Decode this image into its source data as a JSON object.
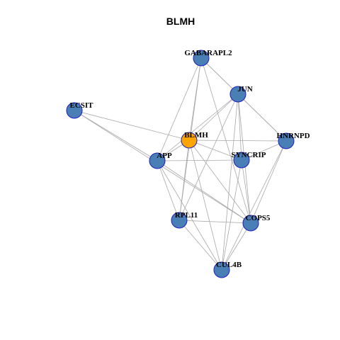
{
  "title": "BLMH",
  "colors": {
    "node_default": "#4a7fb5",
    "node_highlight": "#ffa500",
    "node_border": "#1c1cc8",
    "edge": "#a8a8a8"
  },
  "nodes": [
    {
      "id": "GABARAPL2",
      "label": "GABARAPL2",
      "highlight": false
    },
    {
      "id": "JUN",
      "label": "JUN",
      "highlight": false
    },
    {
      "id": "ECSIT",
      "label": "ECSIT",
      "highlight": false
    },
    {
      "id": "BLMH",
      "label": "BLMH",
      "highlight": true
    },
    {
      "id": "HNRNPD",
      "label": "HNRNPD",
      "highlight": false
    },
    {
      "id": "APP",
      "label": "APP",
      "highlight": false
    },
    {
      "id": "SYNCRIP",
      "label": "SYNCRIP",
      "highlight": false
    },
    {
      "id": "RPL11",
      "label": "RPL11",
      "highlight": false
    },
    {
      "id": "COPS5",
      "label": "COPS5",
      "highlight": false
    },
    {
      "id": "CUL4B",
      "label": "CUL4B",
      "highlight": false
    }
  ],
  "edges": [
    [
      "GABARAPL2",
      "JUN"
    ],
    [
      "GABARAPL2",
      "HNRNPD"
    ],
    [
      "GABARAPL2",
      "BLMH"
    ],
    [
      "GABARAPL2",
      "APP"
    ],
    [
      "GABARAPL2",
      "RPL11"
    ],
    [
      "GABARAPL2",
      "COPS5"
    ],
    [
      "JUN",
      "BLMH"
    ],
    [
      "JUN",
      "APP"
    ],
    [
      "JUN",
      "HNRNPD"
    ],
    [
      "JUN",
      "SYNCRIP"
    ],
    [
      "JUN",
      "COPS5"
    ],
    [
      "JUN",
      "RPL11"
    ],
    [
      "JUN",
      "CUL4B"
    ],
    [
      "ECSIT",
      "BLMH"
    ],
    [
      "ECSIT",
      "APP"
    ],
    [
      "ECSIT",
      "COPS5"
    ],
    [
      "BLMH",
      "HNRNPD"
    ],
    [
      "BLMH",
      "APP"
    ],
    [
      "BLMH",
      "SYNCRIP"
    ],
    [
      "BLMH",
      "RPL11"
    ],
    [
      "BLMH",
      "COPS5"
    ],
    [
      "BLMH",
      "CUL4B"
    ],
    [
      "APP",
      "SYNCRIP"
    ],
    [
      "APP",
      "RPL11"
    ],
    [
      "APP",
      "COPS5"
    ],
    [
      "APP",
      "CUL4B"
    ],
    [
      "HNRNPD",
      "SYNCRIP"
    ],
    [
      "HNRNPD",
      "COPS5"
    ],
    [
      "HNRNPD",
      "CUL4B"
    ],
    [
      "SYNCRIP",
      "COPS5"
    ],
    [
      "SYNCRIP",
      "CUL4B"
    ],
    [
      "RPL11",
      "COPS5"
    ],
    [
      "RPL11",
      "CUL4B"
    ],
    [
      "COPS5",
      "CUL4B"
    ]
  ]
}
